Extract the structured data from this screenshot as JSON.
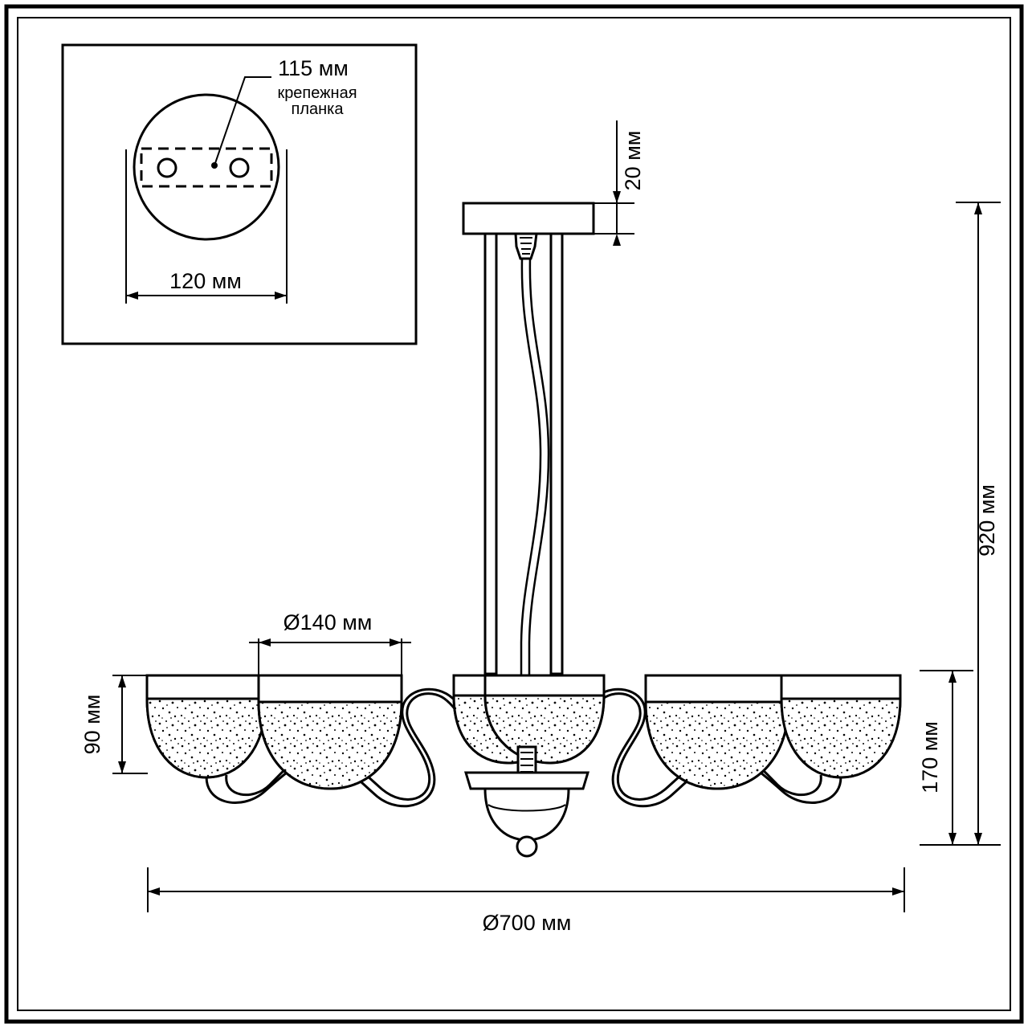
{
  "diagram": {
    "type": "technical-drawing",
    "subject": "chandelier-dimensions",
    "border_color": "#000000",
    "line_color": "#000000",
    "fill_color": "#ffffff",
    "labels": {
      "mount_plate_width": "115 мм",
      "mount_plate_note_line1": "крепежная",
      "mount_plate_note_line2": "планка",
      "canopy_diameter": "120 мм",
      "canopy_height": "20 мм",
      "total_height": "920 мм",
      "shade_diameter": "Ø140 мм",
      "shade_height": "90 мм",
      "body_height": "170 мм",
      "total_diameter": "Ø700 мм"
    }
  }
}
